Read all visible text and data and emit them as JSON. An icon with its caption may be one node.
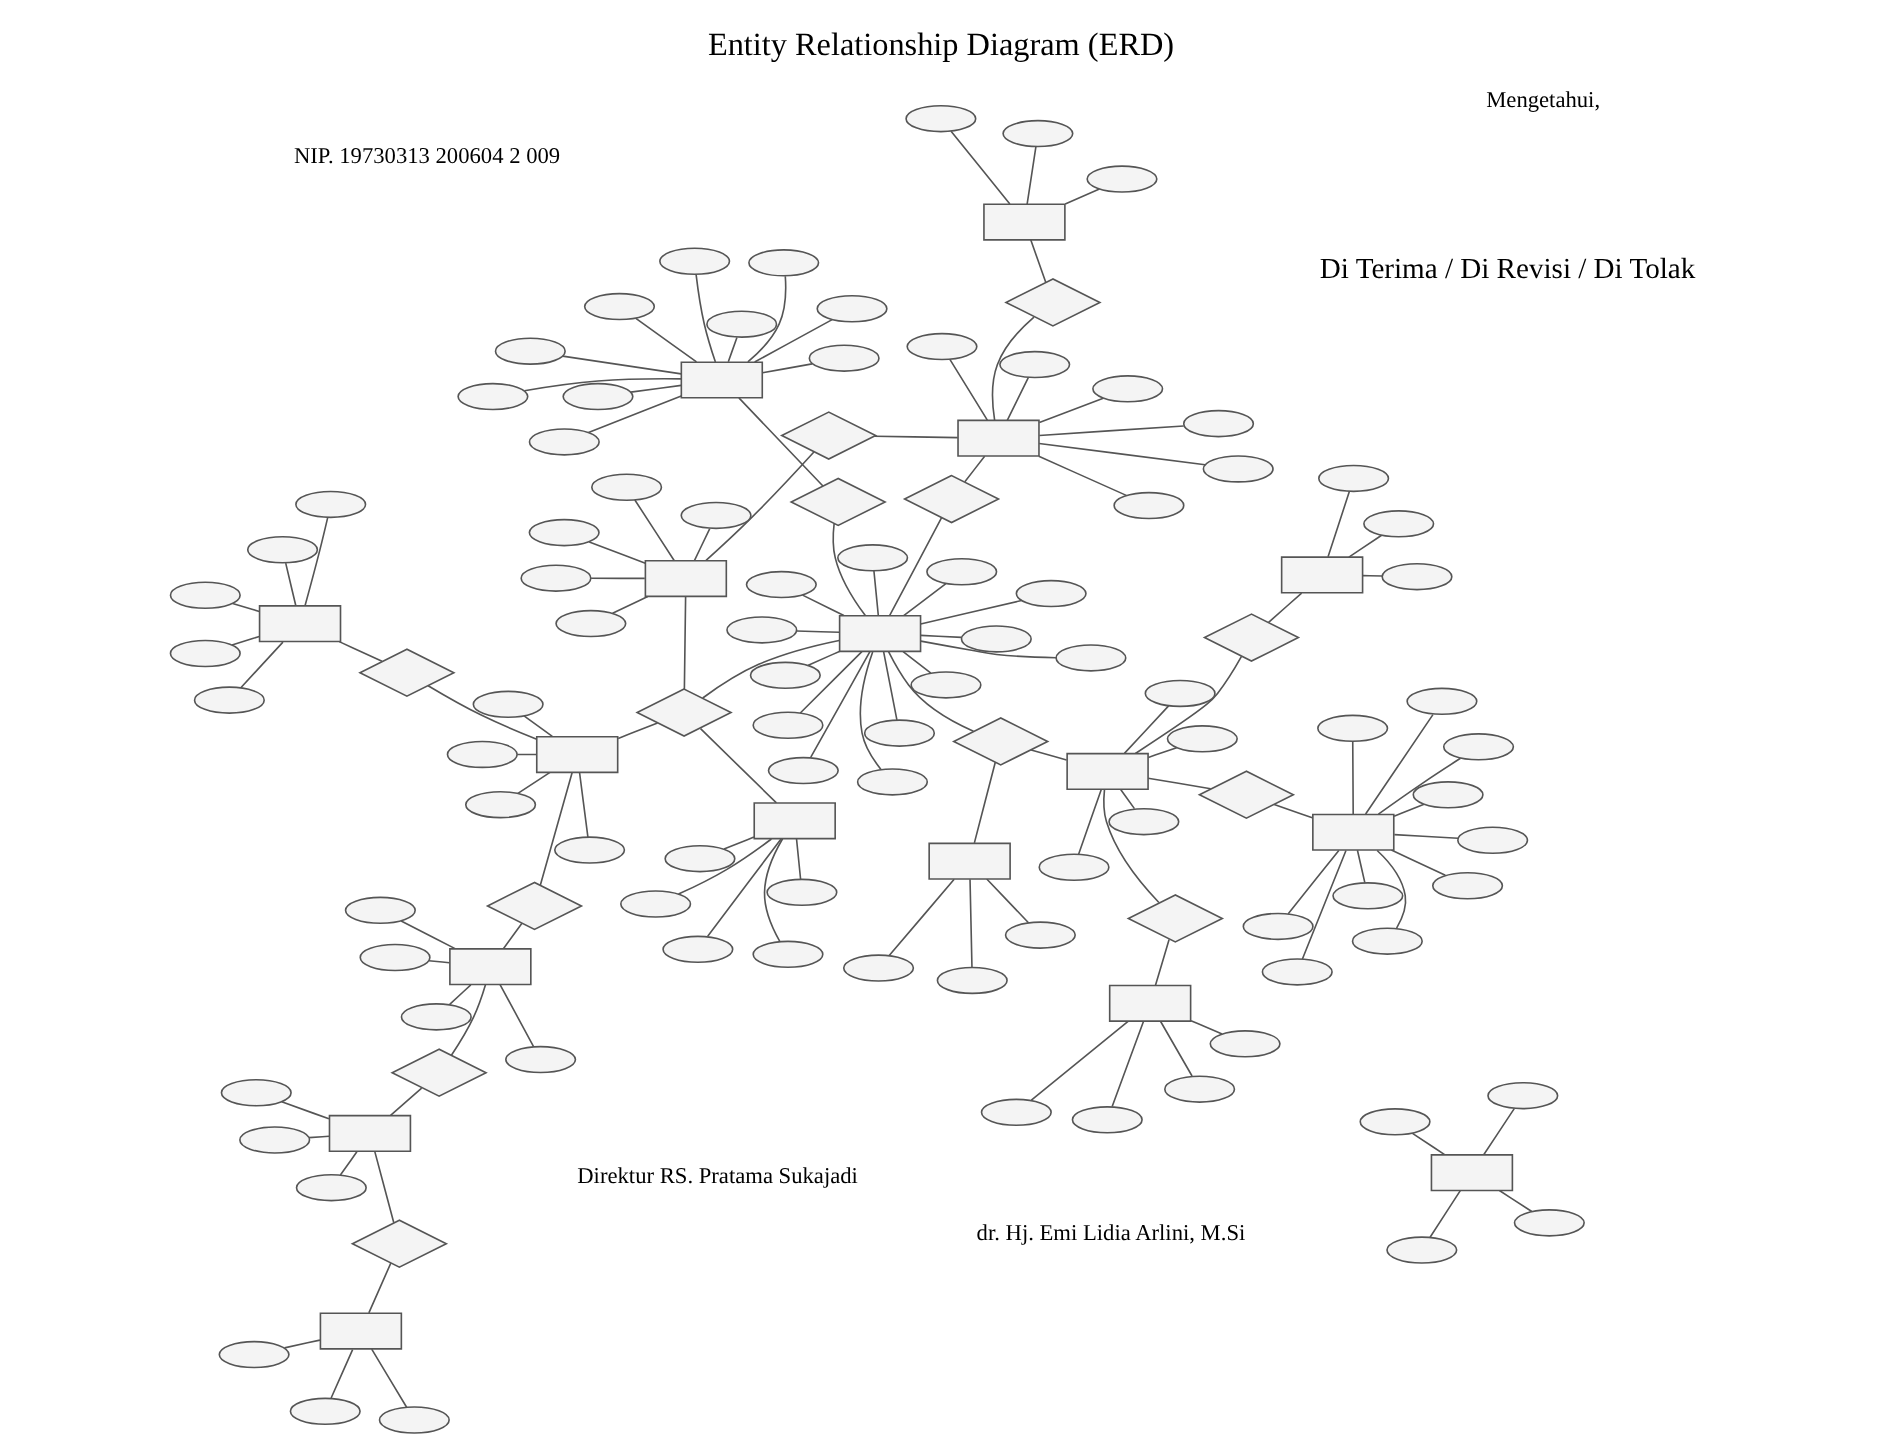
{
  "diagram": {
    "title": "Entity Relationship Diagram (ERD)",
    "nodes": [
      {
        "text": [],
        "shape": "diamond"
      },
      {
        "text": [],
        "shape": "box"
      },
      {
        "text": [],
        "shape": "ellipse"
      },
      {
        "text": [],
        "shape": "ellipse"
      },
      {
        "text": [],
        "shape": "ellipse"
      },
      {
        "text": [],
        "shape": "ellipse"
      },
      {
        "text": [],
        "shape": "diamond"
      },
      {
        "text": [],
        "shape": "box"
      },
      {
        "text": [],
        "shape": "ellipse"
      },
      {
        "text": [],
        "shape": "ellipse"
      },
      {
        "text": [],
        "shape": "ellipse"
      },
      {
        "text": [],
        "shape": "diamond"
      },
      {
        "text": [],
        "shape": "box"
      },
      {
        "text": [],
        "shape": "ellipse"
      },
      {
        "text": [],
        "shape": "ellipse"
      },
      {
        "text": [],
        "shape": "ellipse"
      },
      {
        "text": [],
        "shape": "box"
      },
      {
        "text": [],
        "shape": "ellipse"
      },
      {
        "text": [],
        "shape": "ellipse"
      },
      {
        "text": [],
        "shape": "ellipse"
      },
      {
        "text": [],
        "shape": "ellipse"
      },
      {
        "text": [],
        "shape": "ellipse"
      },
      {
        "text": [],
        "shape": "diamond"
      },
      {
        "text": [],
        "shape": "box"
      },
      {
        "text": [],
        "shape": "ellipse"
      },
      {
        "text": [],
        "shape": "ellipse"
      },
      {
        "text": [],
        "shape": "ellipse"
      },
      {
        "text": [],
        "shape": "ellipse"
      },
      {
        "text": [],
        "shape": "box"
      },
      {
        "text": [],
        "shape": "ellipse"
      },
      {
        "text": [],
        "shape": "ellipse"
      },
      {
        "text": [],
        "shape": "ellipse"
      },
      {
        "text": [],
        "shape": "ellipse"
      },
      {
        "text": [],
        "shape": "ellipse"
      },
      {
        "text": [],
        "shape": "diamond"
      },
      {
        "text": [],
        "shape": "box"
      },
      {
        "text": [],
        "shape": "ellipse"
      },
      {
        "text": [],
        "shape": "ellipse"
      },
      {
        "text": [],
        "shape": "ellipse"
      },
      {
        "text": [],
        "shape": "ellipse"
      },
      {
        "text": [],
        "shape": "ellipse"
      },
      {
        "text": [],
        "shape": "diamond"
      },
      {
        "text": [],
        "shape": "box"
      },
      {
        "text": [],
        "shape": "ellipse"
      },
      {
        "text": [],
        "shape": "ellipse"
      },
      {
        "text": [],
        "shape": "ellipse"
      },
      {
        "text": [],
        "shape": "ellipse"
      },
      {
        "text": [],
        "shape": "ellipse"
      },
      {
        "text": [],
        "shape": "ellipse"
      },
      {
        "text": [],
        "shape": "diamond"
      },
      {
        "text": [],
        "shape": "box"
      },
      {
        "text": [],
        "shape": "ellipse"
      },
      {
        "text": [],
        "shape": "ellipse"
      },
      {
        "text": [],
        "shape": "ellipse"
      },
      {
        "text": [],
        "shape": "box"
      },
      {
        "text": [],
        "shape": "ellipse"
      },
      {
        "text": [],
        "shape": "ellipse"
      },
      {
        "text": [],
        "shape": "ellipse"
      },
      {
        "text": [],
        "shape": "ellipse"
      },
      {
        "text": [],
        "shape": "diamond"
      },
      {
        "text": [],
        "shape": "box"
      },
      {
        "text": [],
        "shape": "ellipse"
      },
      {
        "text": [],
        "shape": "ellipse"
      },
      {
        "text": [],
        "shape": "ellipse"
      },
      {
        "text": [],
        "shape": "ellipse"
      },
      {
        "text": [],
        "shape": "ellipse"
      },
      {
        "text": [],
        "shape": "ellipse"
      },
      {
        "text": [],
        "shape": "ellipse"
      },
      {
        "text": [],
        "shape": "ellipse"
      },
      {
        "text": [],
        "shape": "ellipse"
      },
      {
        "text": [],
        "shape": "ellipse"
      },
      {
        "text": [],
        "shape": "diamond"
      },
      {
        "text": [],
        "shape": "box"
      },
      {
        "text": [],
        "shape": "ellipse"
      },
      {
        "text": [],
        "shape": "ellipse"
      },
      {
        "text": [],
        "shape": "ellipse"
      },
      {
        "text": [],
        "shape": "ellipse"
      },
      {
        "text": [],
        "shape": "diamond"
      },
      {
        "text": [],
        "shape": "box"
      },
      {
        "text": [],
        "shape": "ellipse"
      },
      {
        "text": [],
        "shape": "ellipse"
      },
      {
        "text": [],
        "shape": "ellipse"
      },
      {
        "text": [],
        "shape": "ellipse"
      },
      {
        "text": [],
        "shape": "ellipse"
      },
      {
        "text": [],
        "shape": "ellipse"
      },
      {
        "text": [],
        "shape": "ellipse"
      },
      {
        "text": [],
        "shape": "ellipse"
      },
      {
        "text": [],
        "shape": "ellipse"
      },
      {
        "text": [],
        "shape": "ellipse"
      },
      {
        "text": [],
        "shape": "ellipse"
      },
      {
        "text": [],
        "shape": "ellipse"
      },
      {
        "text": [],
        "shape": "ellipse"
      },
      {
        "text": [],
        "shape": "diamond"
      },
      {
        "text": [],
        "shape": "box"
      },
      {
        "text": [],
        "shape": "ellipse"
      },
      {
        "text": [],
        "shape": "ellipse"
      },
      {
        "text": [],
        "shape": "ellipse"
      },
      {
        "text": [],
        "shape": "diamond"
      },
      {
        "text": [],
        "shape": "box"
      },
      {
        "text": [],
        "shape": "ellipse"
      },
      {
        "text": [],
        "shape": "ellipse"
      },
      {
        "text": [],
        "shape": "ellipse"
      },
      {
        "text": [],
        "shape": "diamond"
      },
      {
        "text": [],
        "shape": "box"
      },
      {
        "text": [],
        "shape": "ellipse"
      },
      {
        "text": [],
        "shape": "ellipse"
      },
      {
        "text": [],
        "shape": "ellipse"
      },
      {
        "text": [],
        "shape": "ellipse"
      },
      {
        "text": [],
        "shape": "ellipse"
      },
      {
        "text": [],
        "shape": "ellipse"
      },
      {
        "text": [],
        "shape": "ellipse"
      },
      {
        "text": [],
        "shape": "ellipse"
      },
      {
        "text": [],
        "shape": "ellipse"
      },
      {
        "text": [],
        "shape": "ellipse"
      },
      {
        "text": [],
        "shape": "box"
      },
      {
        "text": [],
        "shape": "ellipse"
      },
      {
        "text": [],
        "shape": "ellipse"
      },
      {
        "text": [],
        "shape": "ellipse"
      },
      {
        "text": [],
        "shape": "ellipse"
      }
    ],
    "edges": [
      {
        "from": 23,
        "to": 0,
        "arrow": "none"
      },
      {
        "from": 0,
        "to": 1,
        "arrow": "none"
      },
      {
        "from": 1,
        "to": 2,
        "arrow": "none"
      },
      {
        "from": 1,
        "to": 3,
        "arrow": "none"
      },
      {
        "from": 1,
        "to": 4,
        "arrow": "none"
      },
      {
        "from": 1,
        "to": 5,
        "arrow": "none"
      },
      {
        "from": 1,
        "to": 6,
        "arrow": "none"
      },
      {
        "from": 6,
        "to": 7,
        "arrow": "none"
      },
      {
        "from": 7,
        "to": 8,
        "arrow": "none"
      },
      {
        "from": 7,
        "to": 9,
        "arrow": "none"
      },
      {
        "from": 7,
        "to": 10,
        "arrow": "none"
      },
      {
        "from": 7,
        "to": 11,
        "arrow": "none"
      },
      {
        "from": 11,
        "to": 12,
        "arrow": "none"
      },
      {
        "from": 12,
        "to": 13,
        "arrow": "none"
      },
      {
        "from": 12,
        "to": 14,
        "arrow": "none"
      },
      {
        "from": 12,
        "to": 15,
        "arrow": "none"
      },
      {
        "from": 16,
        "to": 17,
        "arrow": "none"
      },
      {
        "from": 16,
        "to": 18,
        "arrow": "none"
      },
      {
        "from": 16,
        "to": 19,
        "arrow": "none"
      },
      {
        "from": 16,
        "to": 20,
        "arrow": "none"
      },
      {
        "from": 16,
        "to": 21,
        "arrow": "none"
      },
      {
        "from": 16,
        "to": 22,
        "arrow": "none"
      },
      {
        "from": 22,
        "to": 23,
        "arrow": "none"
      },
      {
        "from": 23,
        "to": 24,
        "arrow": "none"
      },
      {
        "from": 23,
        "to": 25,
        "arrow": "none"
      },
      {
        "from": 23,
        "to": 26,
        "arrow": "none"
      },
      {
        "from": 23,
        "to": 27,
        "arrow": "none"
      },
      {
        "from": 28,
        "to": 29,
        "arrow": "none"
      },
      {
        "from": 28,
        "to": 30,
        "arrow": "none"
      },
      {
        "from": 28,
        "to": 31,
        "arrow": "none"
      },
      {
        "from": 28,
        "to": 32,
        "arrow": "none"
      },
      {
        "from": 28,
        "to": 33,
        "arrow": "none"
      },
      {
        "from": 23,
        "to": 34,
        "arrow": "none"
      },
      {
        "from": 28,
        "to": 34,
        "arrow": "none"
      },
      {
        "from": 34,
        "to": 35,
        "arrow": "none"
      },
      {
        "from": 34,
        "to": 78,
        "arrow": "none"
      },
      {
        "from": 35,
        "to": 36,
        "arrow": "none"
      },
      {
        "from": 35,
        "to": 37,
        "arrow": "none"
      },
      {
        "from": 35,
        "to": 38,
        "arrow": "none"
      },
      {
        "from": 35,
        "to": 39,
        "arrow": "none"
      },
      {
        "from": 35,
        "to": 40,
        "arrow": "none"
      },
      {
        "from": 35,
        "to": 41,
        "arrow": "none"
      },
      {
        "from": 41,
        "to": 42,
        "arrow": "none"
      },
      {
        "from": 42,
        "to": 43,
        "arrow": "none"
      },
      {
        "from": 42,
        "to": 44,
        "arrow": "none"
      },
      {
        "from": 42,
        "to": 45,
        "arrow": "none"
      },
      {
        "from": 42,
        "to": 46,
        "arrow": "none"
      },
      {
        "from": 42,
        "to": 47,
        "arrow": "none"
      },
      {
        "from": 42,
        "to": 48,
        "arrow": "none"
      },
      {
        "from": 42,
        "to": 49,
        "arrow": "none"
      },
      {
        "from": 49,
        "to": 50,
        "arrow": "none"
      },
      {
        "from": 50,
        "to": 51,
        "arrow": "none"
      },
      {
        "from": 50,
        "to": 52,
        "arrow": "none"
      },
      {
        "from": 50,
        "to": 53,
        "arrow": "none"
      },
      {
        "from": 54,
        "to": 55,
        "arrow": "none"
      },
      {
        "from": 54,
        "to": 56,
        "arrow": "none"
      },
      {
        "from": 54,
        "to": 57,
        "arrow": "none"
      },
      {
        "from": 54,
        "to": 58,
        "arrow": "none"
      },
      {
        "from": 54,
        "to": 59,
        "arrow": "none"
      },
      {
        "from": 59,
        "to": 72,
        "arrow": "none"
      },
      {
        "from": 60,
        "to": 61,
        "arrow": "none"
      },
      {
        "from": 60,
        "to": 62,
        "arrow": "none"
      },
      {
        "from": 60,
        "to": 63,
        "arrow": "none"
      },
      {
        "from": 60,
        "to": 64,
        "arrow": "none"
      },
      {
        "from": 60,
        "to": 65,
        "arrow": "none"
      },
      {
        "from": 60,
        "to": 66,
        "arrow": "none"
      },
      {
        "from": 60,
        "to": 67,
        "arrow": "none"
      },
      {
        "from": 60,
        "to": 68,
        "arrow": "none"
      },
      {
        "from": 60,
        "to": 69,
        "arrow": "none"
      },
      {
        "from": 60,
        "to": 70,
        "arrow": "none"
      },
      {
        "from": 60,
        "to": 71,
        "arrow": "none"
      },
      {
        "from": 71,
        "to": 72,
        "arrow": "none"
      },
      {
        "from": 72,
        "to": 73,
        "arrow": "none"
      },
      {
        "from": 72,
        "to": 74,
        "arrow": "none"
      },
      {
        "from": 72,
        "to": 75,
        "arrow": "none"
      },
      {
        "from": 72,
        "to": 76,
        "arrow": "none"
      },
      {
        "from": 72,
        "to": 77,
        "arrow": "none"
      },
      {
        "from": 77,
        "to": 78,
        "arrow": "none"
      },
      {
        "from": 77,
        "to": 93,
        "arrow": "none"
      },
      {
        "from": 78,
        "to": 79,
        "arrow": "none"
      },
      {
        "from": 78,
        "to": 80,
        "arrow": "none"
      },
      {
        "from": 78,
        "to": 81,
        "arrow": "none"
      },
      {
        "from": 78,
        "to": 82,
        "arrow": "none"
      },
      {
        "from": 78,
        "to": 83,
        "arrow": "none"
      },
      {
        "from": 78,
        "to": 84,
        "arrow": "none"
      },
      {
        "from": 78,
        "to": 85,
        "arrow": "none"
      },
      {
        "from": 78,
        "to": 86,
        "arrow": "none"
      },
      {
        "from": 78,
        "to": 87,
        "arrow": "none"
      },
      {
        "from": 78,
        "to": 88,
        "arrow": "none"
      },
      {
        "from": 78,
        "to": 89,
        "arrow": "none"
      },
      {
        "from": 78,
        "to": 90,
        "arrow": "none"
      },
      {
        "from": 78,
        "to": 91,
        "arrow": "none"
      },
      {
        "from": 78,
        "to": 92,
        "arrow": "none"
      },
      {
        "from": 92,
        "to": 42,
        "arrow": "none"
      },
      {
        "from": 93,
        "to": 94,
        "arrow": "none"
      },
      {
        "from": 93,
        "to": 95,
        "arrow": "none"
      },
      {
        "from": 93,
        "to": 96,
        "arrow": "none"
      },
      {
        "from": 72,
        "to": 97,
        "arrow": "none"
      },
      {
        "from": 97,
        "to": 98,
        "arrow": "none"
      },
      {
        "from": 98,
        "to": 99,
        "arrow": "none"
      },
      {
        "from": 98,
        "to": 100,
        "arrow": "none"
      },
      {
        "from": 98,
        "to": 101,
        "arrow": "none"
      },
      {
        "from": 78,
        "to": 102,
        "arrow": "none"
      },
      {
        "from": 102,
        "to": 103,
        "arrow": "none"
      },
      {
        "from": 103,
        "to": 104,
        "arrow": "none"
      },
      {
        "from": 103,
        "to": 105,
        "arrow": "none"
      },
      {
        "from": 103,
        "to": 106,
        "arrow": "none"
      },
      {
        "from": 103,
        "to": 107,
        "arrow": "none"
      },
      {
        "from": 103,
        "to": 108,
        "arrow": "none"
      },
      {
        "from": 103,
        "to": 109,
        "arrow": "none"
      },
      {
        "from": 103,
        "to": 110,
        "arrow": "none"
      },
      {
        "from": 103,
        "to": 111,
        "arrow": "none"
      },
      {
        "from": 103,
        "to": 112,
        "arrow": "none"
      },
      {
        "from": 103,
        "to": 113,
        "arrow": "none"
      },
      {
        "from": 114,
        "to": 115,
        "arrow": "none"
      },
      {
        "from": 114,
        "to": 116,
        "arrow": "none"
      },
      {
        "from": 114,
        "to": 117,
        "arrow": "none"
      },
      {
        "from": 114,
        "to": 118,
        "arrow": "none"
      }
    ],
    "labels": [
      "Di Terima / Di Revisi / Di Tolak",
      "Mengetahui,",
      "Direktur RS. Pratama Sukajadi",
      "dr. Hj. Emi Lidia Arlini, M.Si",
      "NIP. 19730313 200604 2 009"
    ]
  }
}
